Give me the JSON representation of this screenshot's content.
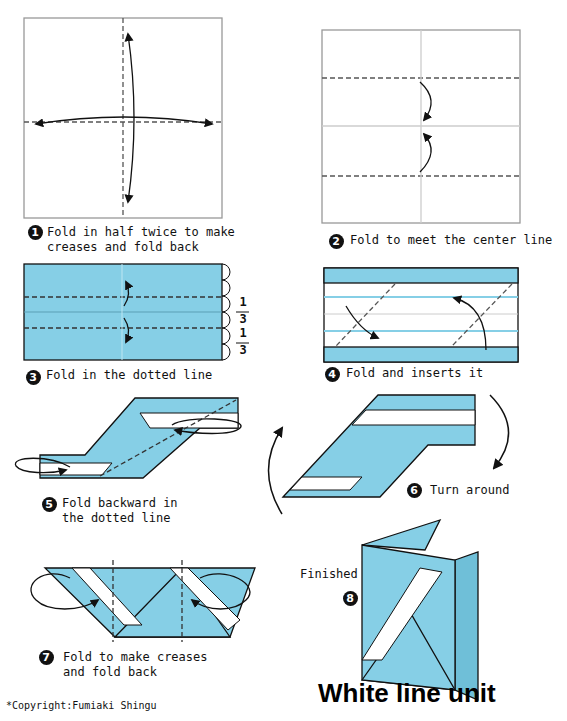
{
  "diagram": {
    "title": "White line unit",
    "nodes": [
      {
        "text": [
          "1"
        ]
      },
      {
        "text": [
          "2"
        ]
      },
      {
        "text": [
          "3"
        ]
      },
      {
        "text": [
          "4"
        ]
      },
      {
        "text": [
          "5"
        ]
      },
      {
        "text": [
          "6"
        ]
      },
      {
        "text": [
          "7"
        ]
      },
      {
        "text": [
          "8"
        ]
      }
    ],
    "labels": [
      "Fold in half twice to make creases and fold back",
      "Fold to meet the center line",
      "1",
      "3",
      "1",
      "3",
      "Fold in the dotted line",
      "Fold and inserts it",
      "Fold backward in the dotted line",
      "Turn around",
      "Finished",
      "Fold to make creases and fold back",
      "*Copyright:Fumiaki Shingu"
    ]
  }
}
